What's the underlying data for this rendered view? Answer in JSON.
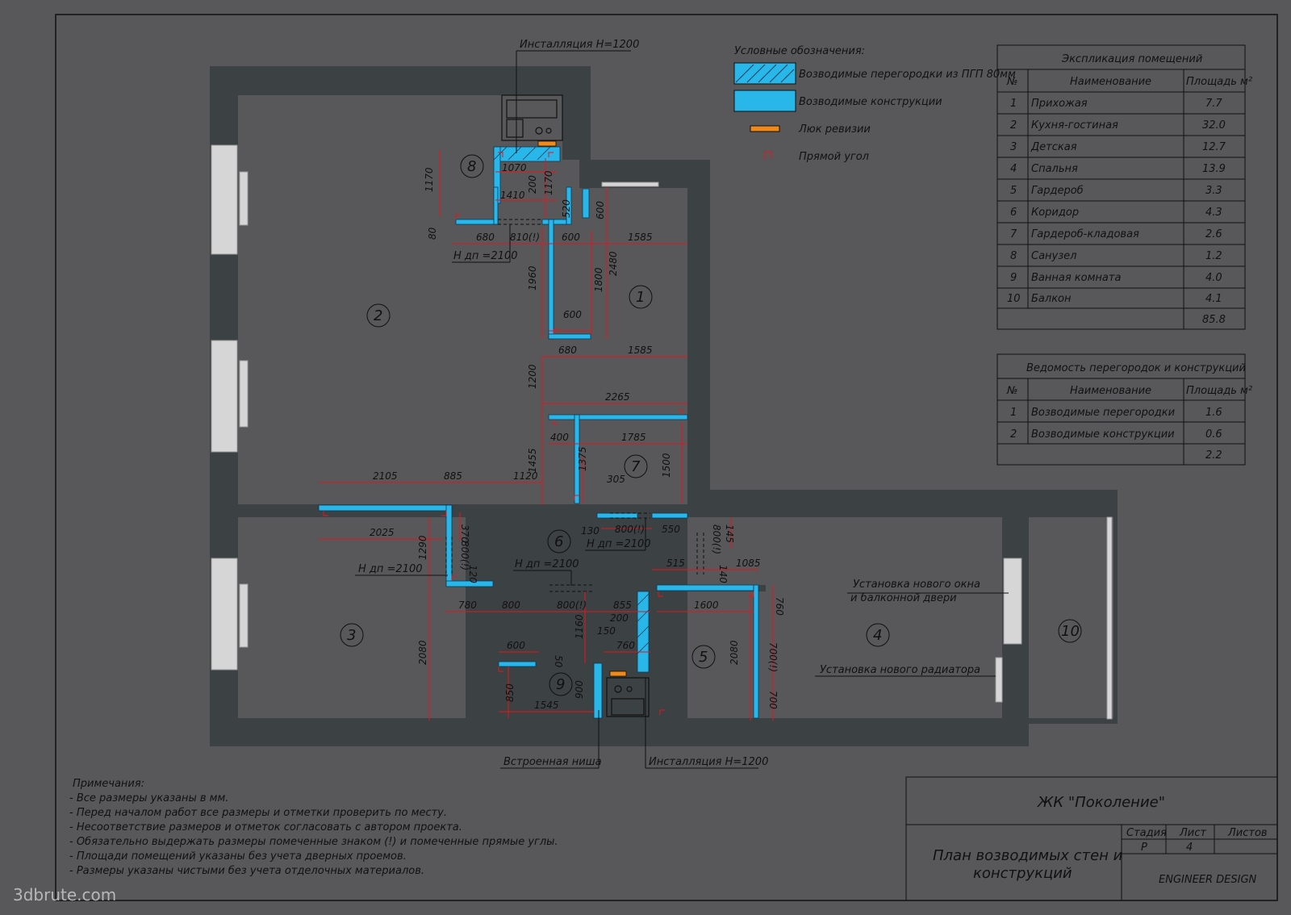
{
  "legend": {
    "title": "Условные обозначения:",
    "items": [
      {
        "label": "Возводимые перегородки из ПГП 80мм",
        "icon": "hatched-partition-icon"
      },
      {
        "label": "Возводимые конструкции",
        "icon": "construction-icon"
      },
      {
        "label": "Люк ревизии",
        "icon": "hatch-icon"
      },
      {
        "label": "Прямой угол",
        "icon": "right-angle-icon"
      }
    ]
  },
  "explication": {
    "title": "Экспликация помещений",
    "headers": [
      "№",
      "Наименование",
      "Площадь м²"
    ],
    "rows": [
      [
        "1",
        "Прихожая",
        "7.7"
      ],
      [
        "2",
        "Кухня-гостиная",
        "32.0"
      ],
      [
        "3",
        "Детская",
        "12.7"
      ],
      [
        "4",
        "Спальня",
        "13.9"
      ],
      [
        "5",
        "Гардероб",
        "3.3"
      ],
      [
        "6",
        "Коридор",
        "4.3"
      ],
      [
        "7",
        "Гардероб-кладовая",
        "2.6"
      ],
      [
        "8",
        "Санузел",
        "1.2"
      ],
      [
        "9",
        "Ванная комната",
        "4.0"
      ],
      [
        "10",
        "Балкон",
        "4.1"
      ]
    ],
    "total": "85.8"
  },
  "statement": {
    "title": "Ведомость перегородок и конструкций",
    "headers": [
      "№",
      "Наименование",
      "Площадь м²"
    ],
    "rows": [
      [
        "1",
        "Возводимые перегородки",
        "1.6"
      ],
      [
        "2",
        "Возводимые конструкции",
        "0.6"
      ]
    ],
    "total": "2.2"
  },
  "rooms": [
    "1",
    "2",
    "3",
    "4",
    "5",
    "6",
    "7",
    "8",
    "9",
    "10"
  ],
  "callouts": {
    "install_top": "Инсталляция H=1200",
    "install_bottom": "Инсталляция H=1200",
    "niche": "Встроенная ниша",
    "window_1": "Установка нового окна",
    "window_2": "и балконной двери",
    "radiator": "Установка нового радиатора",
    "hdp": "H дп =2100"
  },
  "dimensions": [
    "1070",
    "1170",
    "200",
    "1170",
    "1410",
    "520",
    "600",
    "80",
    "680",
    "810(!)",
    "600",
    "1585",
    "1960",
    "2480",
    "1800",
    "600",
    "680",
    "1585",
    "1200",
    "2265",
    "400",
    "1785",
    "1455",
    "1375",
    "305",
    "1500",
    "2105",
    "885",
    "1120",
    "2025",
    "370",
    "1290",
    "800(!)",
    "120",
    "130",
    "800(!)",
    "550",
    "145",
    "515",
    "800(!)",
    "140",
    "1085",
    "780",
    "800",
    "800(!)",
    "855",
    "200",
    "1600",
    "760",
    "150",
    "760",
    "600",
    "50",
    "1160",
    "2080",
    "700(!)",
    "900",
    "850",
    "1545",
    "2080",
    "700"
  ],
  "notes": {
    "title": "Примечания:",
    "lines": [
      "- Все размеры указаны в мм.",
      "- Перед началом работ все размеры и отметки проверить по месту.",
      "- Несоответствие размеров и отметок согласовать с автором проекта.",
      "- Обязательно выдержать размеры помеченные знаком (!) и помеченные прямые углы.",
      "- Площади помещений указаны без учета дверных проемов.",
      "- Размеры указаны чистыми без учета отделочных материалов."
    ]
  },
  "stamp": {
    "project": "ЖК \"Поколение\"",
    "sheet_title_1": "План возводимых стен и",
    "sheet_title_2": "конструкций",
    "stage_label": "Стадия",
    "sheet_label": "Лист",
    "sheets_label": "Листов",
    "stage": "Р",
    "sheet": "4",
    "sheets": "",
    "company": "ENGINEER DESIGN"
  },
  "watermark": "3dbrute.com",
  "colors": {
    "wall": "#3c4143",
    "partition": "#29b6e8",
    "dimension": "#e8141e",
    "hatch": "#f08a1c",
    "window": "#d9d9d9"
  }
}
